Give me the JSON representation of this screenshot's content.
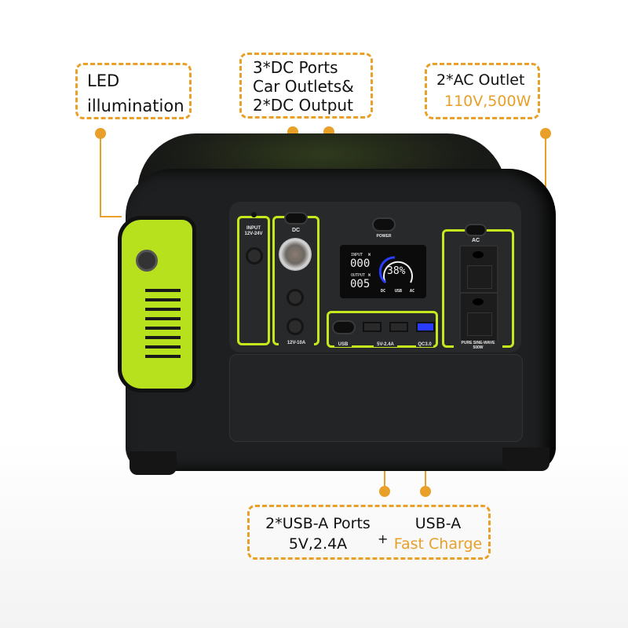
{
  "callouts": {
    "led": {
      "lines": [
        "LED",
        "illumination"
      ]
    },
    "dc": {
      "lines": [
        "3*DC Ports",
        "Car Outlets&",
        "2*DC Output"
      ]
    },
    "ac": {
      "lines": [
        "2*AC Outlet"
      ],
      "highlight": "110V,500W"
    },
    "usb": {
      "left_lines": [
        "2*USB-A Ports",
        "5V,2.4A"
      ],
      "plus": "+",
      "right_title": "USB-A",
      "right_highlight": "Fast Charge"
    }
  },
  "device": {
    "input_label": [
      "INPUT",
      "12V-24V"
    ],
    "dc_label": "DC",
    "dc_rating": "12V-10A",
    "power_label": "POWER",
    "usb_label": "USB",
    "usb_rating": "5V-2.4A",
    "qc_label": "QC3.0",
    "ac_label": "AC",
    "ac_rating": [
      "PURE SINE-WAVE",
      "500W"
    ],
    "lcd": {
      "input_label": "INPUT",
      "input_unit": "W",
      "input_value": "000",
      "output_label": "OUTPUT",
      "output_unit": "W",
      "output_value": "005",
      "battery_percent": "38%",
      "indicators": [
        "DC",
        "USB",
        "AC"
      ]
    }
  },
  "colors": {
    "accent_orange": "#e8a028",
    "lime_green": "#c4e81c",
    "body_black": "#1e1f20",
    "qc_blue": "#2a3cff"
  }
}
